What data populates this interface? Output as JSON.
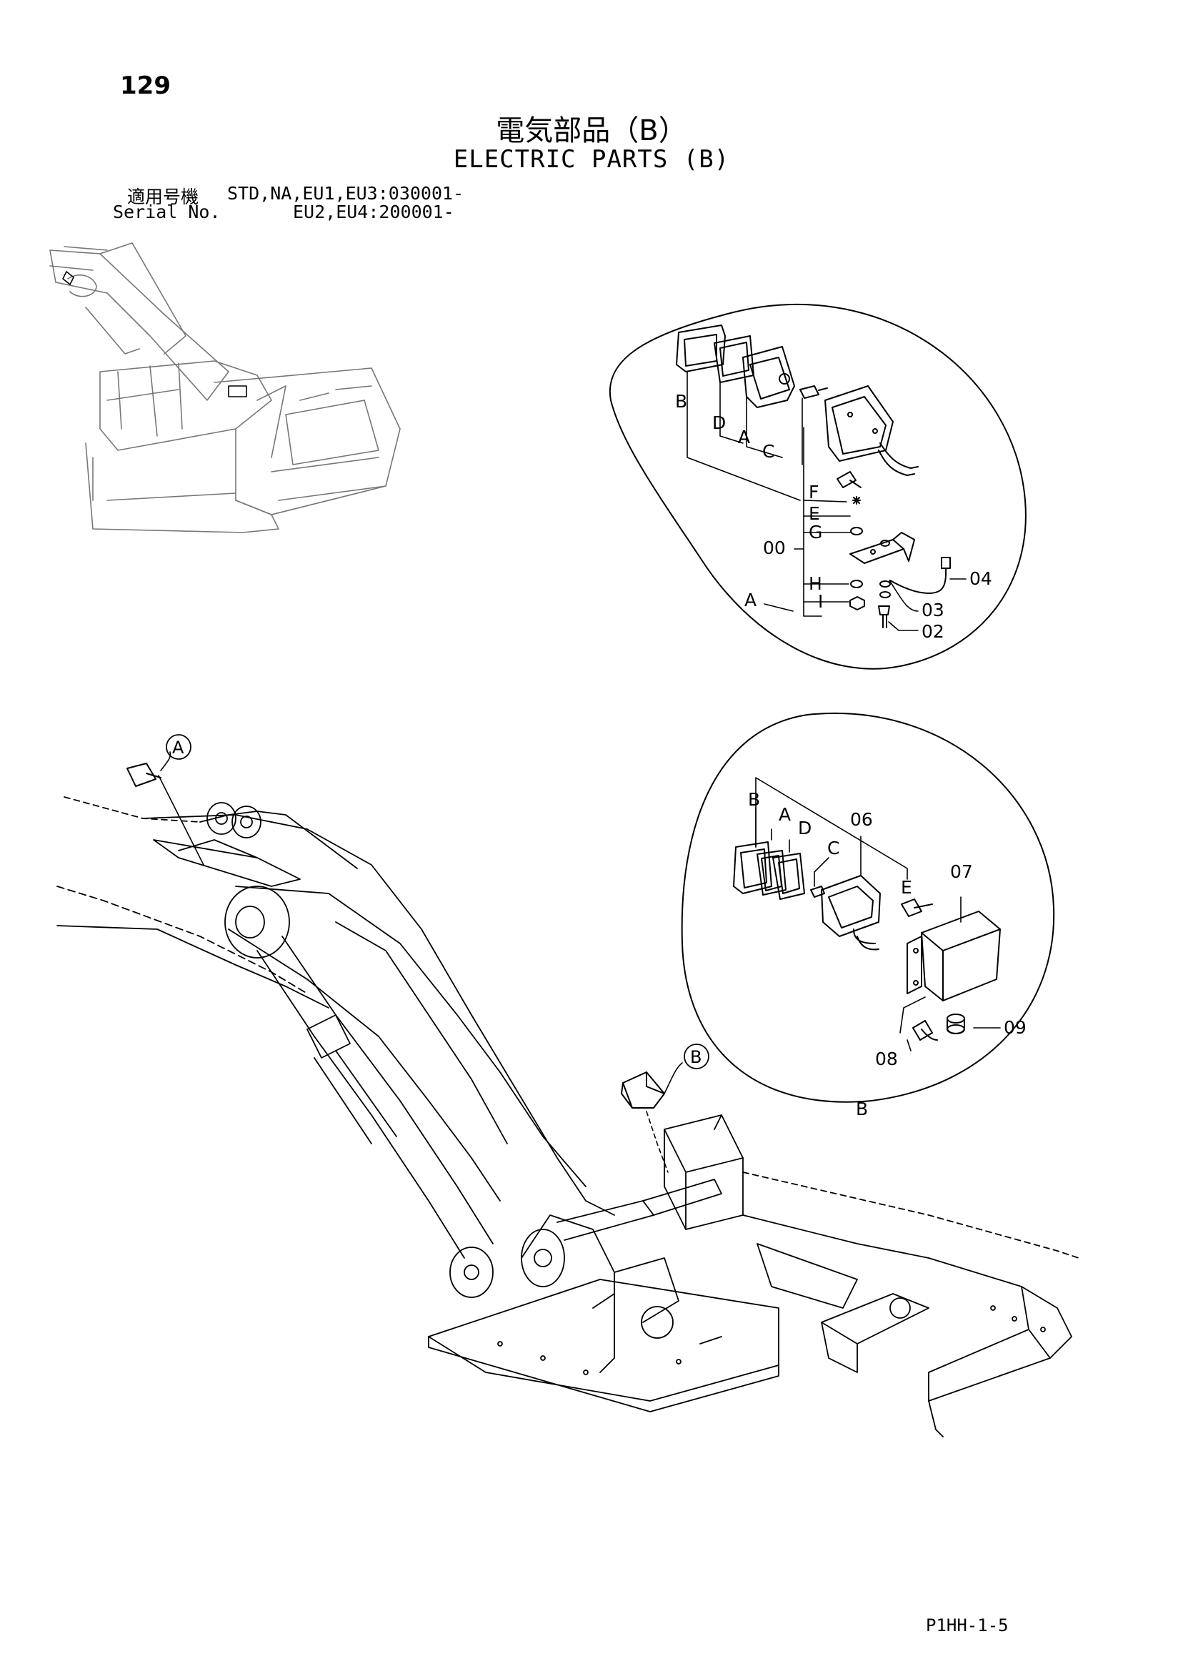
{
  "header": {
    "page_number": "129",
    "title_ja": "電気部品（B）",
    "title_en": "ELECTRIC PARTS (B)",
    "serial_label_ja": "適用号機",
    "serial_label_en": "Serial No.",
    "serial_line1": "STD,NA,EU1,EU3:030001-",
    "serial_line2": "EU2,EU4:200001-"
  },
  "detail_a": {
    "view_label": "A",
    "parts": {
      "assembly": "00",
      "b": "B",
      "d": "D",
      "a": "A",
      "c": "C",
      "f": "F",
      "e": "E",
      "g": "G",
      "h": "H",
      "i": "I",
      "p04": "04",
      "p03": "03",
      "p02": "02"
    }
  },
  "detail_b": {
    "view_label": "B",
    "parts": {
      "b": "B",
      "a": "A",
      "d": "D",
      "c": "C",
      "e": "E",
      "p06": "06",
      "p07": "07",
      "p08": "08",
      "p09": "09"
    }
  },
  "callouts": {
    "a": "A",
    "b": "B"
  },
  "footer": {
    "code": "P1HH-1-5"
  }
}
